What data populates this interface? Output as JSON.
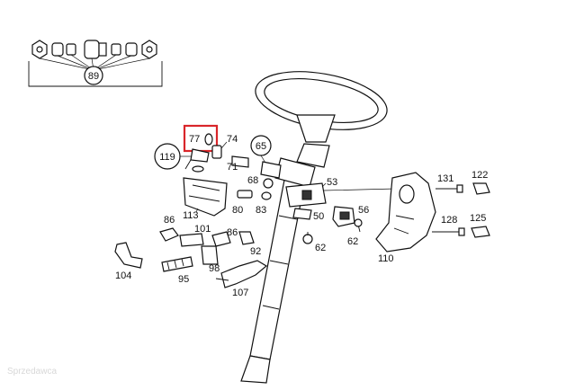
{
  "diagram": {
    "part_numbers": [
      "89",
      "77",
      "74",
      "65",
      "119",
      "71",
      "68",
      "53",
      "131",
      "122",
      "113",
      "80",
      "83",
      "50",
      "56",
      "86",
      "101",
      "86",
      "62",
      "128",
      "125",
      "92",
      "104",
      "98",
      "95",
      "107",
      "110",
      "62"
    ],
    "highlight_color": "#d9262a",
    "line_color": "#111111",
    "watermark": "Sprzedawca"
  },
  "labels": {
    "p89": "89",
    "p77": "77",
    "p74": "74",
    "p65": "65",
    "p119": "119",
    "p71": "71",
    "p68": "68",
    "p53": "53",
    "p131": "131",
    "p122": "122",
    "p113": "113",
    "p80": "80",
    "p83": "83",
    "p50": "50",
    "p56": "56",
    "p86a": "86",
    "p101": "101",
    "p86b": "86",
    "p62a": "62",
    "p62b": "62",
    "p128": "128",
    "p125": "125",
    "p92": "92",
    "p104": "104",
    "p98": "98",
    "p95": "95",
    "p107": "107",
    "p110": "110"
  }
}
